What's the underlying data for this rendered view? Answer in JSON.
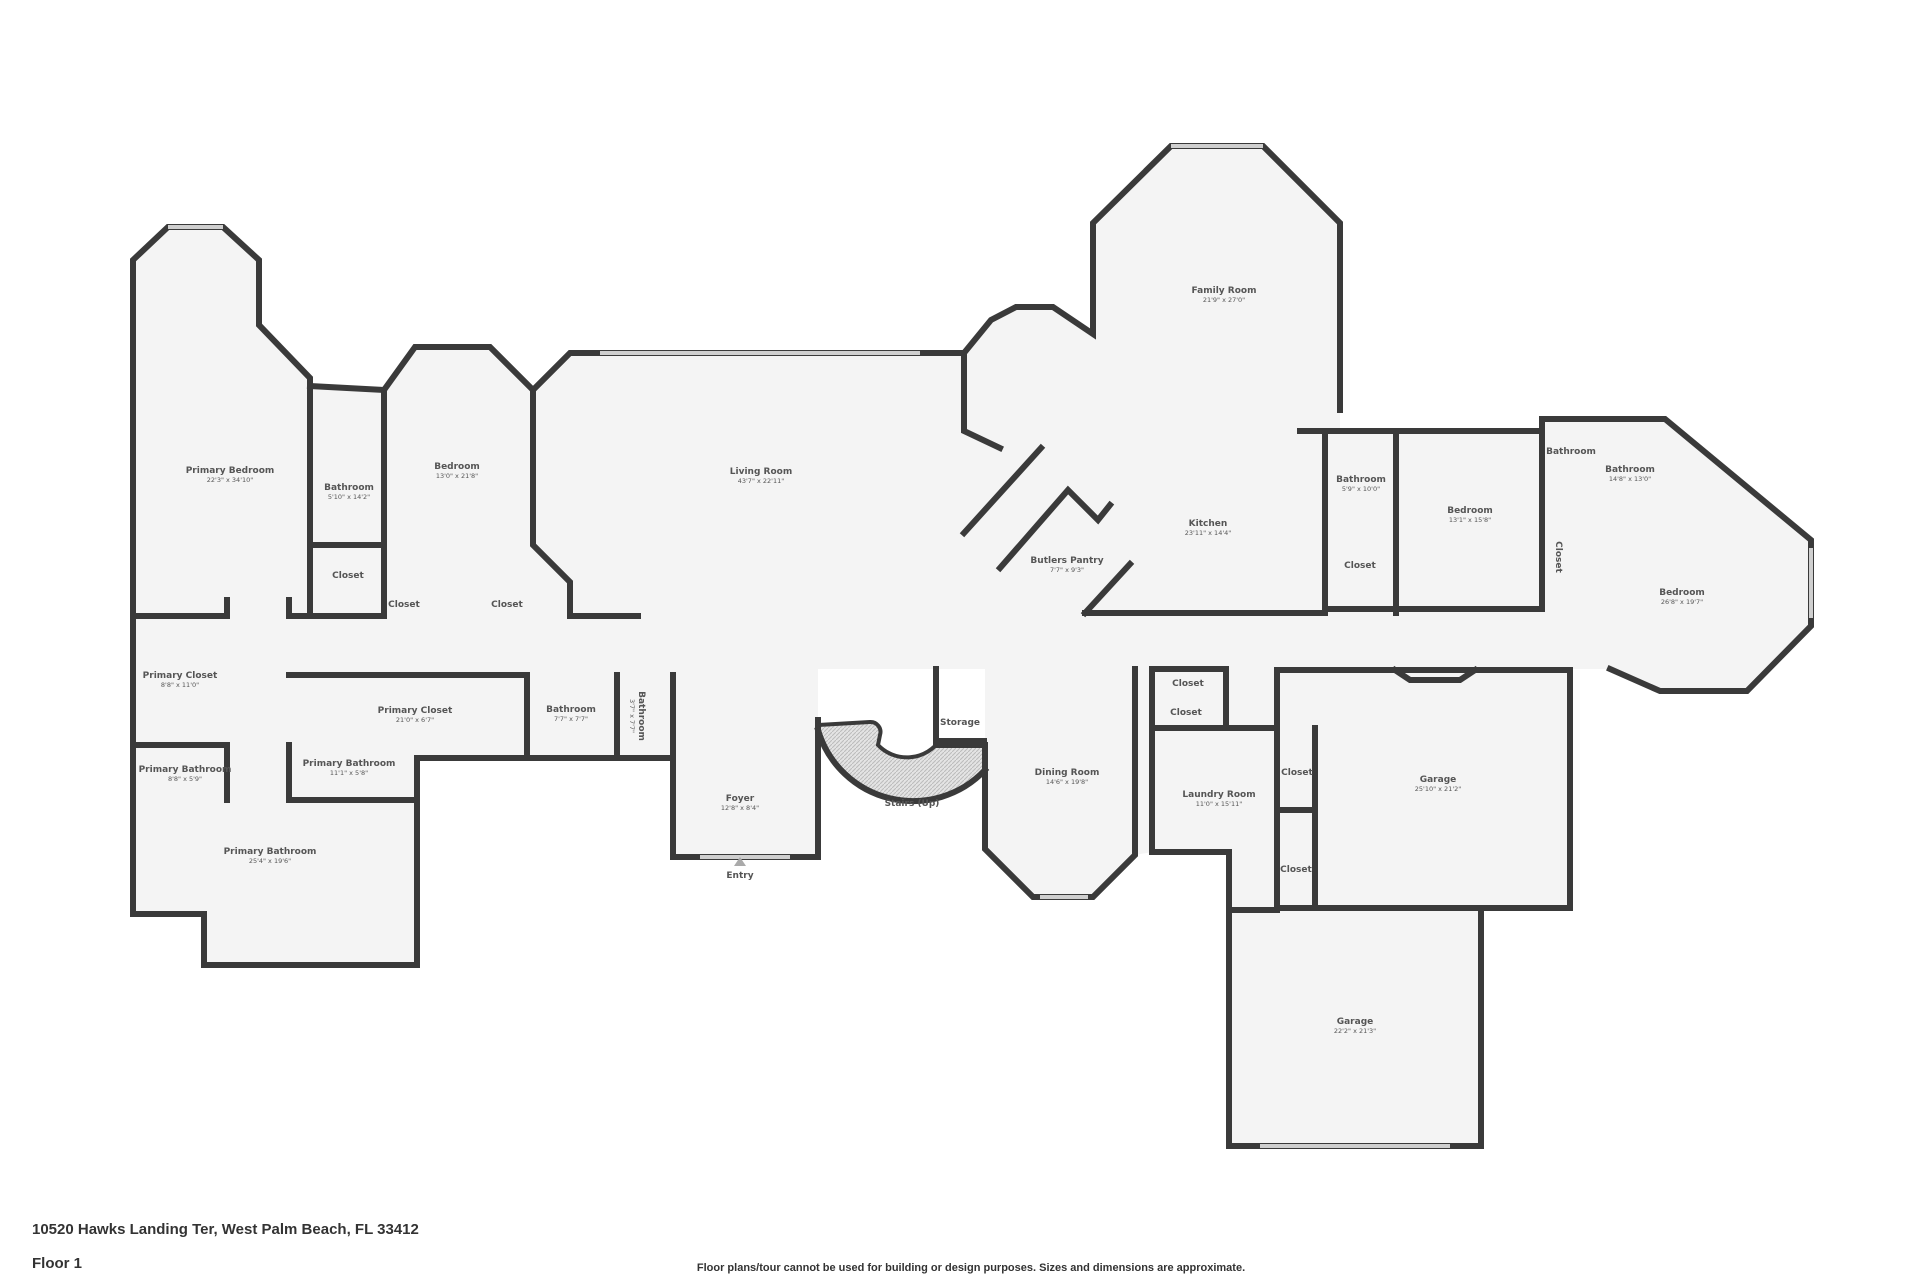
{
  "address": "10520 Hawks Landing Ter, West Palm Beach, FL 33412",
  "floor_label": "Floor 1",
  "disclaimer": "Floor plans/tour cannot be used for building or design purposes. Sizes and dimensions are approximate.",
  "entry_label": "Entry",
  "colors": {
    "wall": "#3a3a3a",
    "floor": "#f4f4f4",
    "text": "#555555"
  },
  "rooms": [
    {
      "name": "Primary Bedroom",
      "dims": "22'3\" x 34'10\""
    },
    {
      "name": "Bathroom",
      "dims": "5'10\" x 14'2\""
    },
    {
      "name": "Closet",
      "dims": ""
    },
    {
      "name": "Bedroom",
      "dims": "13'0\" x 21'8\""
    },
    {
      "name": "Closet",
      "dims": ""
    },
    {
      "name": "Closet",
      "dims": ""
    },
    {
      "name": "Living Room",
      "dims": "43'7\" x 22'11\""
    },
    {
      "name": "Primary Closet",
      "dims": "8'8\" x 11'0\""
    },
    {
      "name": "Primary Closet",
      "dims": "21'0\" x 6'7\""
    },
    {
      "name": "Bathroom",
      "dims": "7'7\" x 7'7\""
    },
    {
      "name": "Bathroom",
      "dims": "3'7\" x 7'7\""
    },
    {
      "name": "Primary Bathroom",
      "dims": "8'8\" x 5'9\""
    },
    {
      "name": "Primary Bathroom",
      "dims": "11'1\" x 5'8\""
    },
    {
      "name": "Primary Bathroom",
      "dims": "25'4\" x 19'6\""
    },
    {
      "name": "Foyer",
      "dims": "12'8\" x 8'4\""
    },
    {
      "name": "Stairs (Up)",
      "dims": ""
    },
    {
      "name": "Storage",
      "dims": ""
    },
    {
      "name": "Dining Room",
      "dims": "14'6\" x 19'8\""
    },
    {
      "name": "Butlers Pantry",
      "dims": "7'7\" x 9'3\""
    },
    {
      "name": "Kitchen",
      "dims": "23'11\" x 14'4\""
    },
    {
      "name": "Family Room",
      "dims": "21'9\" x 27'0\""
    },
    {
      "name": "Bathroom",
      "dims": "5'9\" x 10'0\""
    },
    {
      "name": "Closet",
      "dims": ""
    },
    {
      "name": "Bedroom",
      "dims": "13'1\" x 15'8\""
    },
    {
      "name": "Bathroom",
      "dims": ""
    },
    {
      "name": "Bathroom",
      "dims": "14'8\" x 13'0\""
    },
    {
      "name": "Closet",
      "dims": ""
    },
    {
      "name": "Bedroom",
      "dims": "26'8\" x 19'7\""
    },
    {
      "name": "Closet",
      "dims": ""
    },
    {
      "name": "Closet",
      "dims": ""
    },
    {
      "name": "Laundry Room",
      "dims": "11'0\" x 15'11\""
    },
    {
      "name": "Closet",
      "dims": ""
    },
    {
      "name": "Closet",
      "dims": ""
    },
    {
      "name": "Garage",
      "dims": "25'10\" x 21'2\""
    },
    {
      "name": "Garage",
      "dims": "22'2\" x 21'3\""
    }
  ]
}
